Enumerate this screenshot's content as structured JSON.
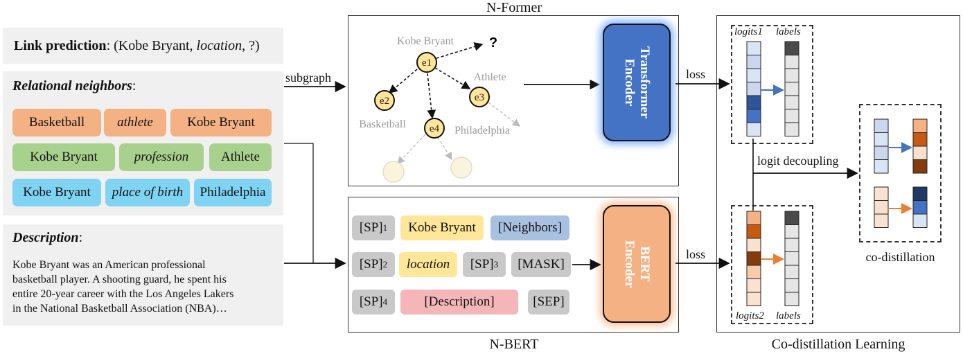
{
  "left": {
    "link_prediction": {
      "label": "Link prediction",
      "colon": ": (Kobe Bryant, ",
      "relation": "location",
      "tail": ", ?)"
    },
    "neighbors": {
      "title": "Relational neighbors",
      "colon": ":",
      "rows": [
        [
          "Basketball",
          "athlete",
          "Kobe Bryant"
        ],
        [
          "Kobe Bryant",
          "profession",
          "Athlete"
        ],
        [
          "Kobe Bryant",
          "place of birth",
          "Philadelphia"
        ]
      ]
    },
    "description": {
      "title": "Description",
      "colon": ":",
      "lines": [
        "Kobe Bryant was an American professional",
        "basketball player. A shooting guard, he spent his",
        "entire 20-year career with the Los Angeles Lakers",
        "in the National Basketball Association (NBA)…"
      ]
    }
  },
  "arrows": {
    "subgraph": "subgraph",
    "loss_top": "loss",
    "loss_bottom": "loss",
    "logit_decoupling": "logit decoupling"
  },
  "nformer": {
    "title": "N-Former",
    "graph": {
      "e1": "e1",
      "e2": "e2",
      "e3": "e3",
      "e4": "e4",
      "kobe": "Kobe Bryant",
      "athlete": "Athlete",
      "basketball": "Basketball",
      "philadelphia": "Philadelphia",
      "question": "?"
    },
    "encoder_line1": "Transformer",
    "encoder_line2": "Encoder"
  },
  "nbert": {
    "title": "N-BERT",
    "tokens": {
      "sp": "[SP]",
      "sp1_sub": "1",
      "sp2_sub": "2",
      "sp3_sub": "3",
      "sp4_sub": "4",
      "kobe": "Kobe Bryant",
      "neighbors": "[Neighbors]",
      "location": "location",
      "mask": "[MASK]",
      "description": "[Description]",
      "sep": "[SEP]"
    },
    "encoder_line1": "BERT",
    "encoder_line2": "Encoder"
  },
  "codistill": {
    "title": "Co-distillation Learning",
    "logits1": "logits1",
    "logits2": "logits2",
    "labels": "labels",
    "caption": "co-distillation"
  },
  "colors": {
    "transformer": "#4472c4",
    "bert": "#f4b183",
    "node": "#ffe699"
  }
}
